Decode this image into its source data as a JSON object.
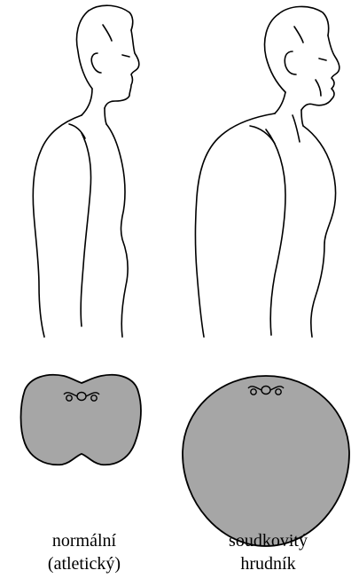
{
  "colors": {
    "line": "#000000",
    "chest_fill": "#a6a6a6",
    "background": "#ffffff"
  },
  "figures": [
    {
      "id": "normal",
      "caption_line1": "normální",
      "caption_line2": "(atletický)"
    },
    {
      "id": "barrel",
      "caption_line1": "soudkovitý",
      "caption_line2": "hrudník"
    }
  ]
}
